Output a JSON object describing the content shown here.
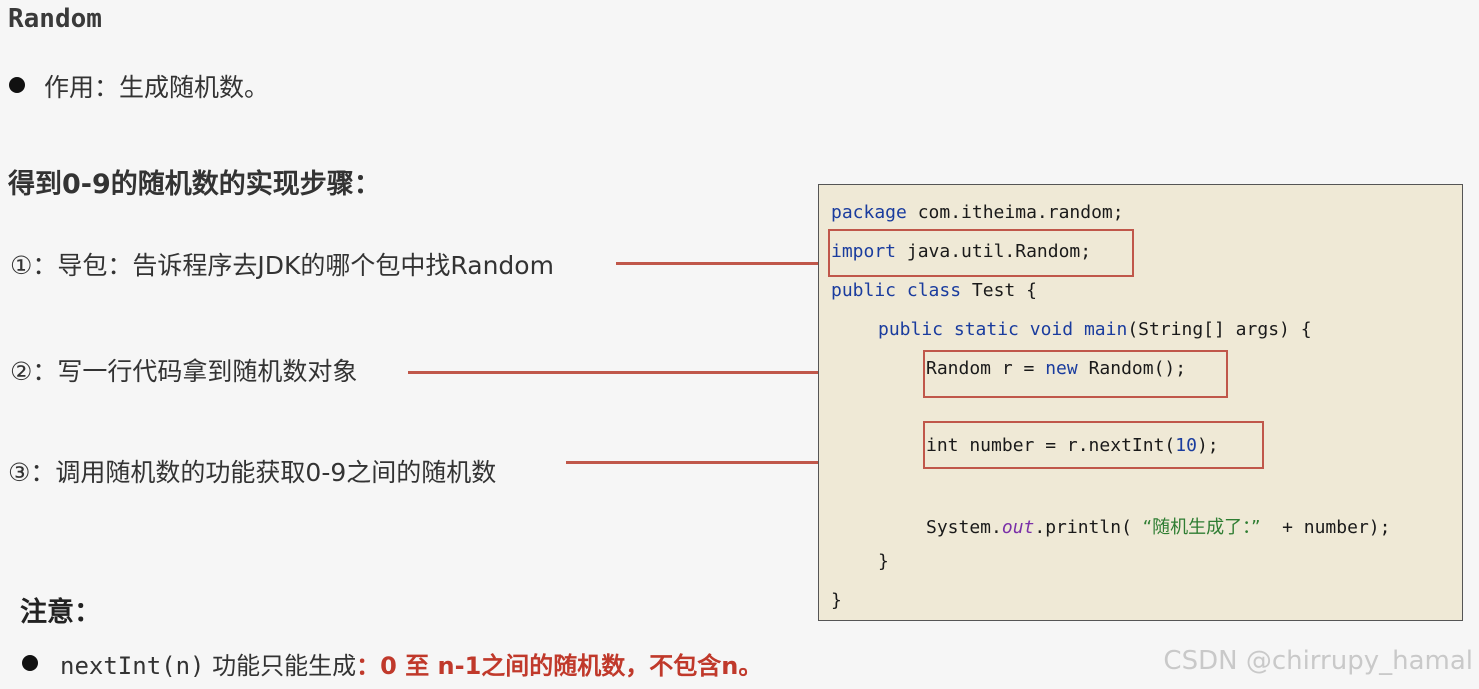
{
  "title": "Random",
  "bullet1": "作用：生成随机数。",
  "heading": "得到0-9的随机数的实现步骤：",
  "steps": [
    "①：导包：告诉程序去JDK的哪个包中找Random",
    "②：写一行代码拿到随机数对象",
    "③：调用随机数的功能获取0-9之间的随机数"
  ],
  "note": {
    "title": "注意：",
    "prefix": "nextInt(n)",
    "middle": " 功能只能生成",
    "highlight": "：0 至 n-1之间的随机数，不包含n。"
  },
  "code": {
    "l1_kw": "package",
    "l1_rest": " com.itheima.random;",
    "l2_kw": "import",
    "l2_rest": " java.util.Random;",
    "l3_kw1": "public",
    "l3_kw2": "class",
    "l3_rest": " Test {",
    "l4_kw1": "public",
    "l4_kw2": "static",
    "l4_kw3": "void",
    "l4_fn": "main",
    "l4_rest": "(String[] args) {",
    "l5_a": "Random r = ",
    "l5_kw": "new",
    "l5_b": " Random();",
    "l6_a": "int number = r.nextInt(",
    "l6_num": "10",
    "l6_b": ");",
    "l7_a": "System.",
    "l7_out": "out",
    "l7_b": ".println( ",
    "l7_str": "“随机生成了：”",
    "l7_c": "  + number);",
    "l8": "}",
    "l9": "}"
  },
  "watermark": "CSDN @chirrupy_hamal",
  "colors": {
    "keyword": "#1a3c9e",
    "highlight_box": "#c0574a",
    "note_red": "#c0392b",
    "code_bg": "#efe9d6"
  }
}
